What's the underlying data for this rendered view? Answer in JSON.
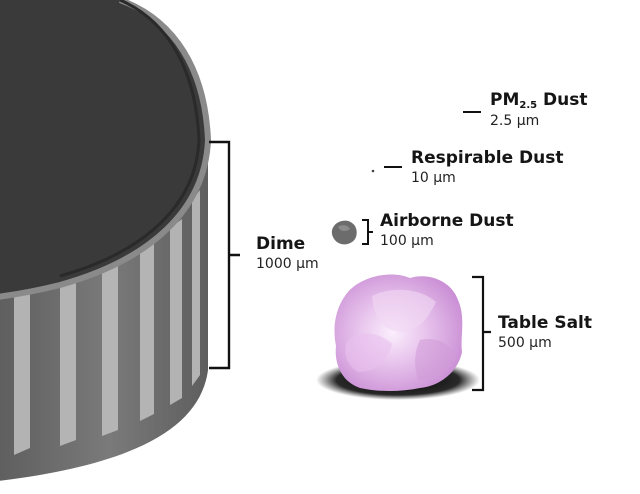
{
  "items": {
    "dime": {
      "name": "Dime",
      "size": "1000 µm"
    },
    "table_salt": {
      "name": "Table Salt",
      "size": "500 µm"
    },
    "airborne_dust": {
      "name": "Airborne Dust",
      "size": "100 µm"
    },
    "respirable_dust": {
      "name": "Respirable Dust",
      "size": "10 µm"
    },
    "pm25_dust": {
      "name_prefix": "PM",
      "name_subscript": "2.5",
      "name_suffix": " Dust",
      "size": "2.5 µm"
    }
  },
  "colors": {
    "coin_face": "#3b3b3b",
    "coin_edge": "#6e6e6e",
    "coin_ridge": "#bdbdbd",
    "salt": "#d9a6df",
    "dust": "#707070",
    "bracket": "#111111"
  }
}
